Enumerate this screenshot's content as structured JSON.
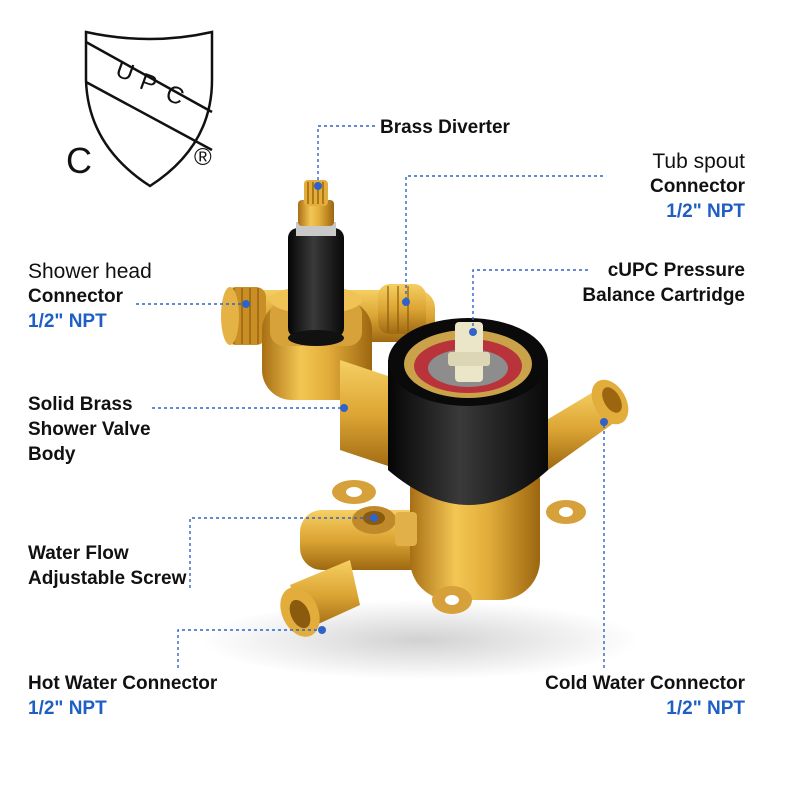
{
  "certification": {
    "shield_letters": [
      "U",
      "P",
      "C"
    ],
    "left_mark": "C",
    "right_mark": "®"
  },
  "labels": {
    "brass_diverter": "Brass Diverter",
    "tub_spout_line1": "Tub spout",
    "tub_spout_line2": "Connector",
    "tub_spout_size": "1/2\" NPT",
    "shower_head_line1": "Shower head",
    "shower_head_line2": "Connector",
    "shower_head_size": "1/2\" NPT",
    "cartridge_line1": "cUPC Pressure",
    "cartridge_line2": "Balance Cartridge",
    "body_line1": "Solid Brass",
    "body_line2": "Shower Valve",
    "body_line3": "Body",
    "screw_line1": "Water Flow",
    "screw_line2": "Adjustable Screw",
    "hot_line1": "Hot Water Connector",
    "hot_size": "1/2\" NPT",
    "cold_line1": "Cold Water Connector",
    "cold_size": "1/2\" NPT"
  },
  "colors": {
    "text": "#111111",
    "npt_accent": "#1f5fc4",
    "leader_line": "#2f63c9",
    "brass": "#d9a536",
    "trim": "#1a1a1a"
  }
}
